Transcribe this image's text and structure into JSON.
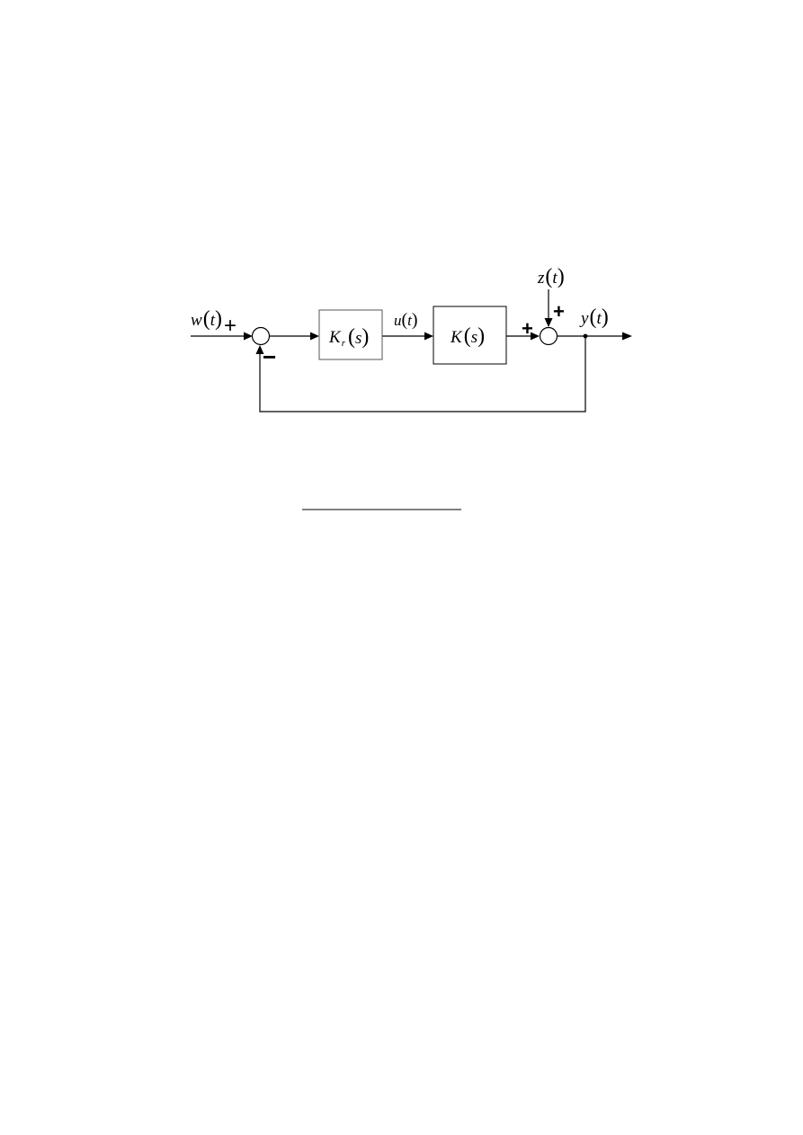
{
  "signals": {
    "reference": {
      "symbol": "w",
      "arg": "t"
    },
    "control": {
      "symbol": "u",
      "arg": "t"
    },
    "disturbance": {
      "symbol": "z",
      "arg": "t"
    },
    "output": {
      "symbol": "y",
      "arg": "t"
    }
  },
  "blocks": {
    "controller": {
      "symbol": "K",
      "subscript": "r",
      "arg": "s"
    },
    "plant": {
      "symbol": "K",
      "arg": "s"
    }
  },
  "signs": {
    "reference_in": "+",
    "feedback_in": "−",
    "plant_in": "+",
    "disturbance_in": "+"
  },
  "paren_open": "(",
  "paren_close": ")"
}
